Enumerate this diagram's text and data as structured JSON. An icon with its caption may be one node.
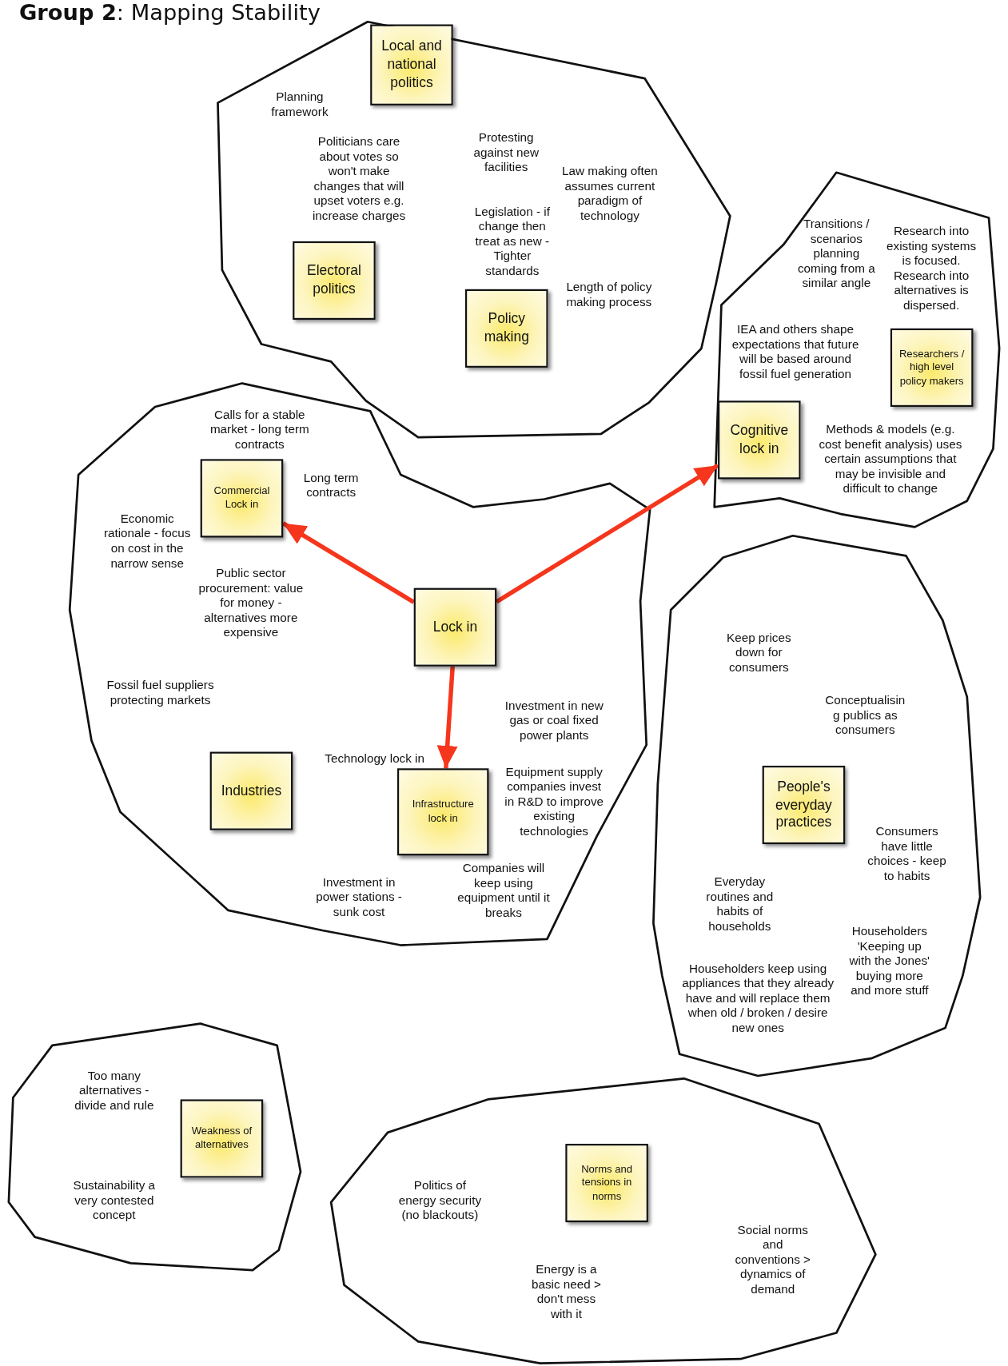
{
  "diagram": {
    "title": "**Group 2**: Mapping Stability",
    "nodes": [
      {
        "text": [
          "Planning framework",
          "Politicians care about votes so won't make changes that will upset voters e.g. increase charges",
          "Protesting against new facilities",
          "Law making often assumes current paradigm of technology",
          "Legislation - if change then treat as new - Tighter standards",
          "Length of policy making process"
        ]
      },
      {
        "text": [
          "Local and national politics"
        ],
        "in": 0
      },
      {
        "text": [
          "Electoral politics"
        ],
        "in": 0
      },
      {
        "text": [
          "Policy making"
        ],
        "in": 0
      },
      {
        "text": [
          "Transitions / scenarios planning coming from a similar angle",
          "Research into existing systems is focused. Research into alternatives is dispersed.",
          "IEA and others shape expectations that future will be based around fossil fuel generation",
          "Methods & models (e.g. cost benefit analysis) uses certain assumptions that may be invisible and difficult to change"
        ]
      },
      {
        "text": [
          "Researchers / high level policy makers"
        ],
        "in": 4
      },
      {
        "text": [
          "Cognitive lock in"
        ],
        "in": 4
      },
      {
        "text": [
          "Calls for a stable market - long term contracts",
          "Long term contracts",
          "Economic rationale - focus on cost in the narrow sense",
          "Public sector procurement: value for money - alternatives more expensive",
          "Fossil fuel suppliers protecting markets",
          "Investment in new gas or coal fixed power plants",
          "Technology lock in",
          "Equipment supply companies invest in R&D to improve existing technologies",
          "Investment in power stations - sunk cost",
          "Companies will keep using equipment until it breaks"
        ]
      },
      {
        "text": [
          "Commercial Lock in"
        ],
        "in": 7
      },
      {
        "text": [
          "Lock in"
        ],
        "in": 7
      },
      {
        "text": [
          "Industries"
        ],
        "in": 7
      },
      {
        "text": [
          "Infrastructure lock in"
        ],
        "in": 7
      },
      {
        "text": [
          "Keep prices down for consumers",
          "Conceptualising publics as consumers",
          "Consumers have little choices - keep to habits",
          "Everyday routines and habits of households",
          "Householders 'Keeping up with the Jones' buying more and more stuff",
          "Householders keep using appliances that they already have and will replace them when old / broken / desire new ones"
        ]
      },
      {
        "text": [
          "People's everyday practices"
        ],
        "in": 12
      },
      {
        "text": [
          "Too many alternatives - divide and rule",
          "Sustainability a very contested concept"
        ]
      },
      {
        "text": [
          "Weakness of alternatives"
        ],
        "in": 14
      },
      {
        "text": [
          "Politics of energy security (no blackouts)",
          "Social norms and conventions > dynamics of demand",
          "Energy is a basic need > don't mess with it"
        ]
      },
      {
        "text": [
          "Norms and tensions in norms"
        ],
        "in": 16
      }
    ],
    "edges": [
      {
        "from": 9,
        "to": 8,
        "arrow": "to"
      },
      {
        "from": 9,
        "to": 6,
        "arrow": "to"
      },
      {
        "from": 9,
        "to": 11,
        "arrow": "to"
      }
    ]
  }
}
